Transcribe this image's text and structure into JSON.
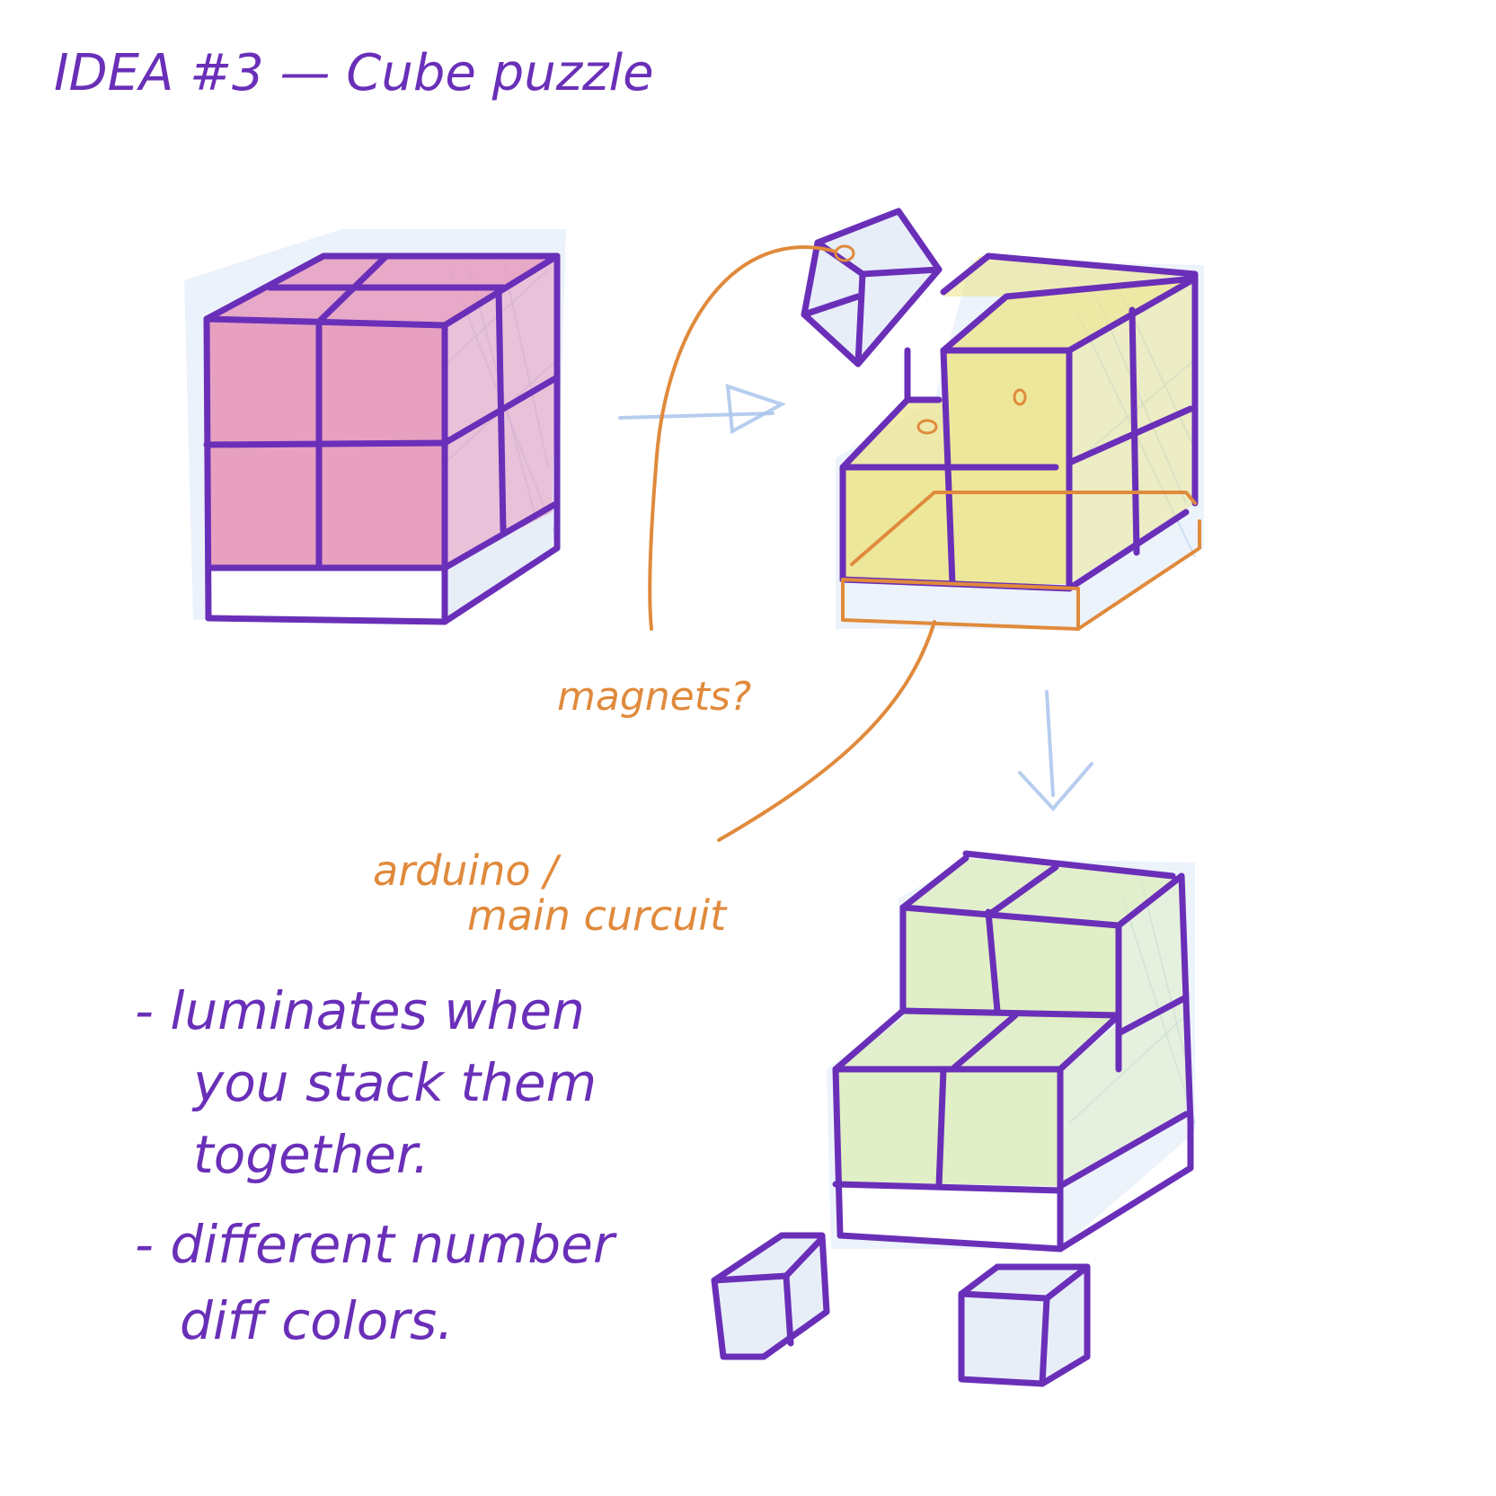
{
  "title": "IDEA #3 — Cube puzzle",
  "labels": {
    "magnets": "magnets?",
    "arduino_line1": "arduino /",
    "arduino_line2": "main curcuit"
  },
  "notes": [
    "- luminates when",
    "you stack them",
    "together.",
    "- different number",
    "diff colors."
  ],
  "colors": {
    "ink": "#6a2fb8",
    "annotation": "#e08a3c",
    "shading": "#a9c4ec",
    "cube1_fill": "#e79bbd",
    "cube2_fill": "#ece58f",
    "cube3_fill": "#dff0bf"
  }
}
